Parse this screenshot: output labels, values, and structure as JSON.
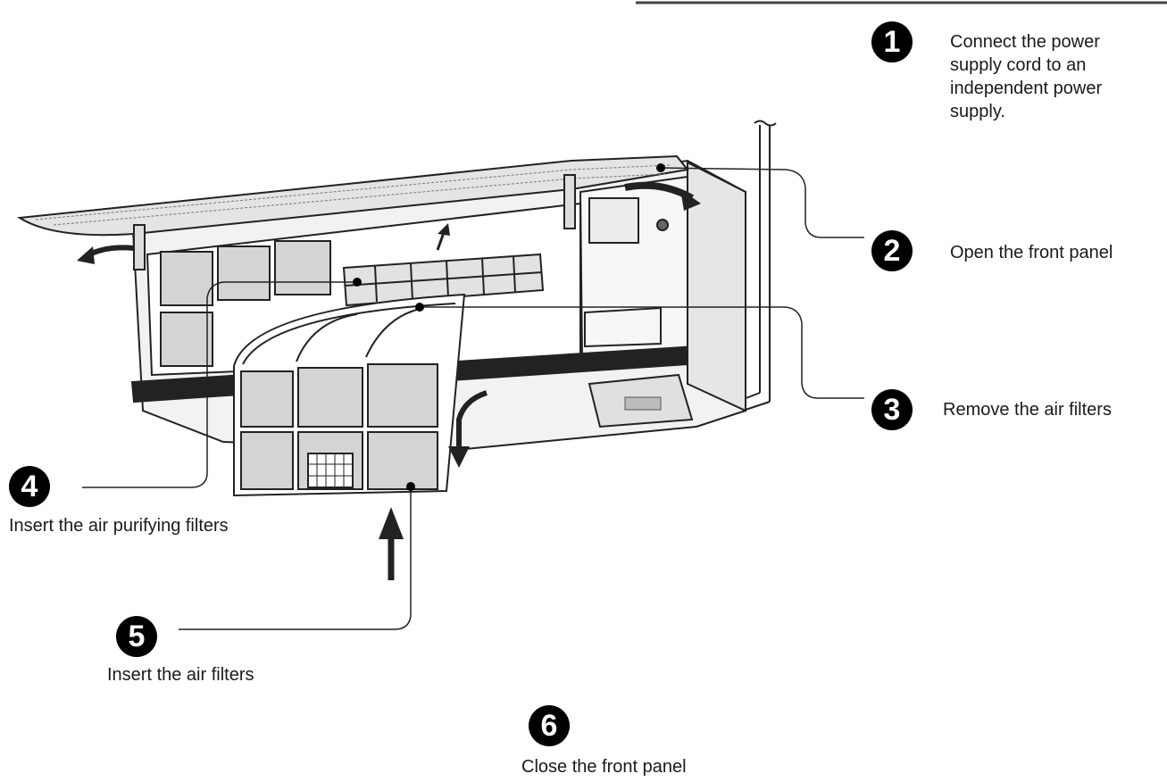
{
  "steps": [
    {
      "number": "1",
      "text": "Connect the power supply cord to an independent power supply."
    },
    {
      "number": "2",
      "text": "Open the front panel"
    },
    {
      "number": "3",
      "text": "Remove the air filters"
    },
    {
      "number": "4",
      "text": "Insert the air purifying filters"
    },
    {
      "number": "5",
      "text": "Insert the air filters"
    },
    {
      "number": "6",
      "text": "Close the front panel"
    }
  ],
  "colors": {
    "ink": "#1a1a1a",
    "filter_fill": "#d4d4d4",
    "unit_fill": "#f2f2f2",
    "band": "#222222"
  }
}
